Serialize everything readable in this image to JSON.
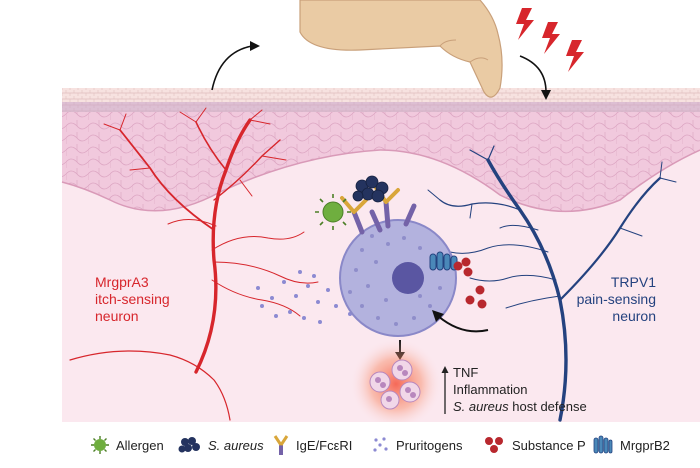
{
  "labels": {
    "itch_neuron": [
      "MrgprA3",
      "itch-sensing",
      "neuron"
    ],
    "pain_neuron": [
      "TRPV1",
      "pain-sensing",
      "neuron"
    ]
  },
  "effects": {
    "tnf": "TNF",
    "inflammation": "Inflammation",
    "host_defense_species": "S. aureus",
    "host_defense_rest": " host defense"
  },
  "legend": [
    {
      "icon": "allergen-icon",
      "label": "Allergen",
      "italic": false
    },
    {
      "icon": "s-aureus-icon",
      "label": "S. aureus",
      "italic": true
    },
    {
      "icon": "ige-receptor-icon",
      "label": "IgE/FcεRI",
      "italic": false
    },
    {
      "icon": "pruritogens-icon",
      "label": "Pruritogens",
      "italic": false
    },
    {
      "icon": "substance-p-icon",
      "label": "Substance P",
      "italic": false
    },
    {
      "icon": "mrgprb2-icon",
      "label": "MrgprB2",
      "italic": false
    }
  ],
  "colors": {
    "itch_neuron": "#d7262c",
    "pain_neuron": "#24427f",
    "mast_cell": "#a4a3d6",
    "dermis": "#fbe8ef",
    "epidermis": "#f1c9dd",
    "lightning": "#d7262c"
  }
}
